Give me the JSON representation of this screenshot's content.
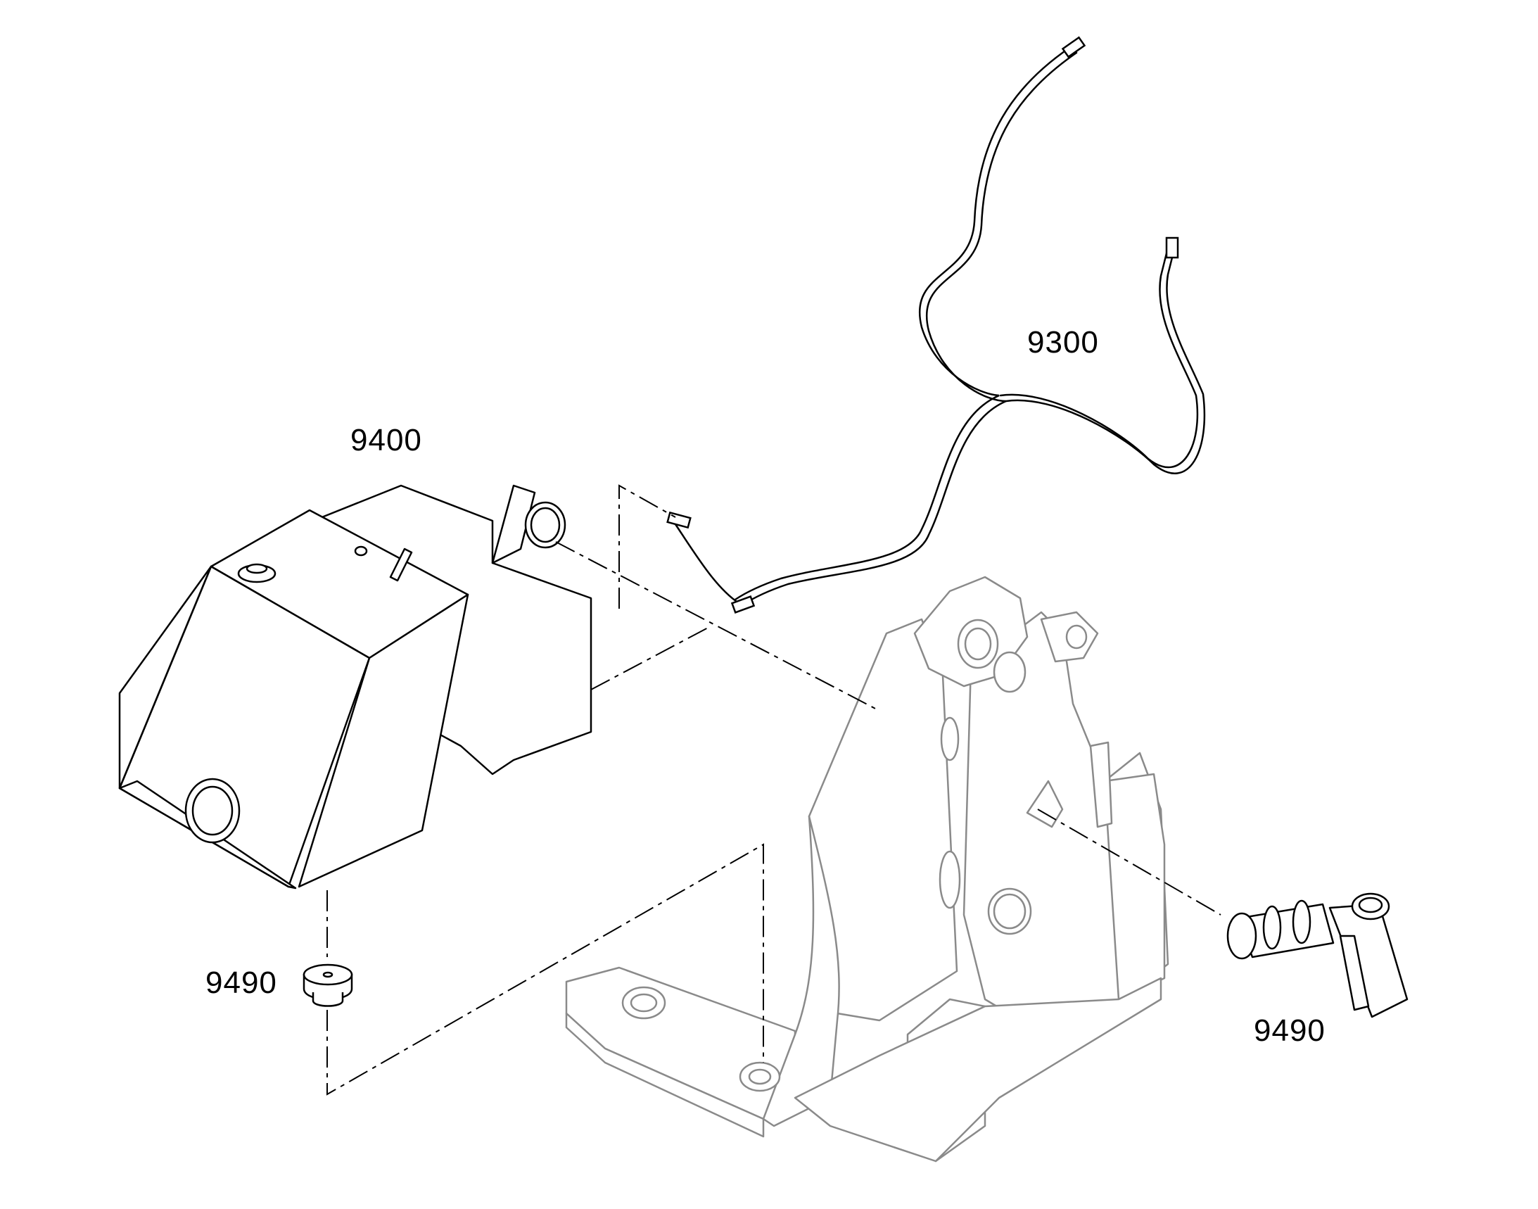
{
  "callouts": {
    "hose": "9300",
    "tank": "9400",
    "plug": "9490",
    "filler": "9490"
  },
  "colors": {
    "line": "#000000",
    "frame": "#8a8a8a",
    "background": "#ffffff"
  }
}
